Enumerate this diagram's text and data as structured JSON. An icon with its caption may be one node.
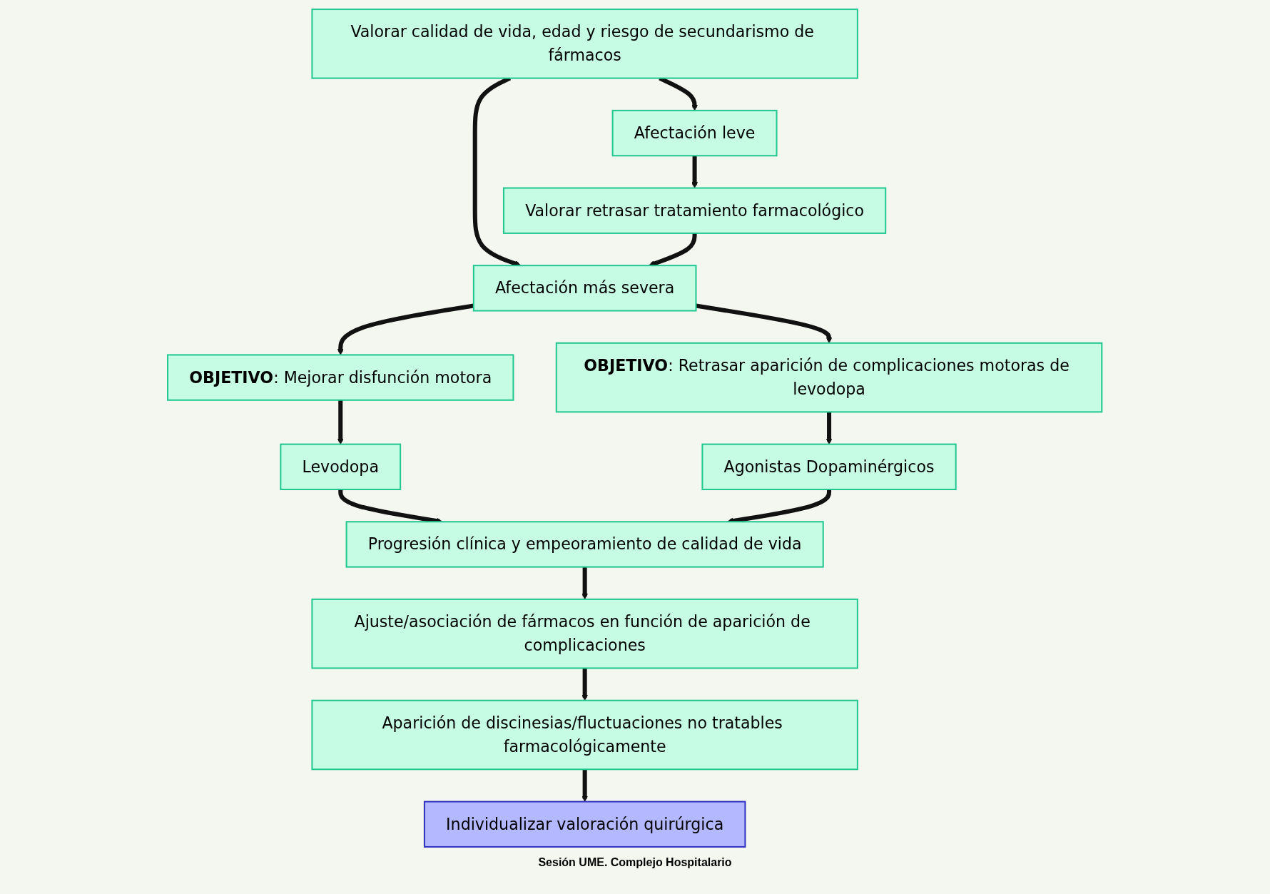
{
  "diagram": {
    "nodes": [
      {
        "text": [
          "Valorar calidad de vida, edad y riesgo de secundarismo de fármacos"
        ]
      },
      {
        "text": [
          "Afectación leve"
        ]
      },
      {
        "text": [
          "Valorar retrasar tratamiento farmacológico"
        ]
      },
      {
        "text": [
          "Afectación más severa"
        ]
      },
      {
        "text": [
          "**OBJETIVO**: Mejorar disfunción motora"
        ]
      },
      {
        "text": [
          "**OBJETIVO**: Retrasar aparición de complicaciones motoras de levodopa"
        ]
      },
      {
        "text": [
          "Levodopa"
        ]
      },
      {
        "text": [
          "Agonistas Dopaminérgicos"
        ]
      },
      {
        "text": [
          "Progresión clínica y empeoramiento de calidad de vida"
        ]
      },
      {
        "text": [
          "Ajuste/asociación de fármacos en función de aparición de complicaciones"
        ]
      },
      {
        "text": [
          "Aparición de discinesias/fluctuaciones no tratables farmacológicamente"
        ]
      },
      {
        "text": [
          "Individualizar valoración quirúrgica"
        ]
      }
    ],
    "edges": [
      {
        "from": 0,
        "to": 1,
        "arrow": "to"
      },
      {
        "from": 0,
        "to": 3,
        "arrow": "to"
      },
      {
        "from": 1,
        "to": 2,
        "arrow": "to"
      },
      {
        "from": 2,
        "to": 3,
        "arrow": "to"
      },
      {
        "from": 3,
        "to": 4,
        "arrow": "to"
      },
      {
        "from": 3,
        "to": 5,
        "arrow": "to"
      },
      {
        "from": 4,
        "to": 6,
        "arrow": "to"
      },
      {
        "from": 5,
        "to": 7,
        "arrow": "to"
      },
      {
        "from": 6,
        "to": 8,
        "arrow": "to"
      },
      {
        "from": 7,
        "to": 8,
        "arrow": "to"
      },
      {
        "from": 8,
        "to": 9,
        "arrow": "to"
      },
      {
        "from": 9,
        "to": 10,
        "arrow": "to"
      },
      {
        "from": 10,
        "to": 11,
        "arrow": "to"
      }
    ],
    "labels": [
      "Sesión UME. Complejo Hospitalario"
    ]
  }
}
